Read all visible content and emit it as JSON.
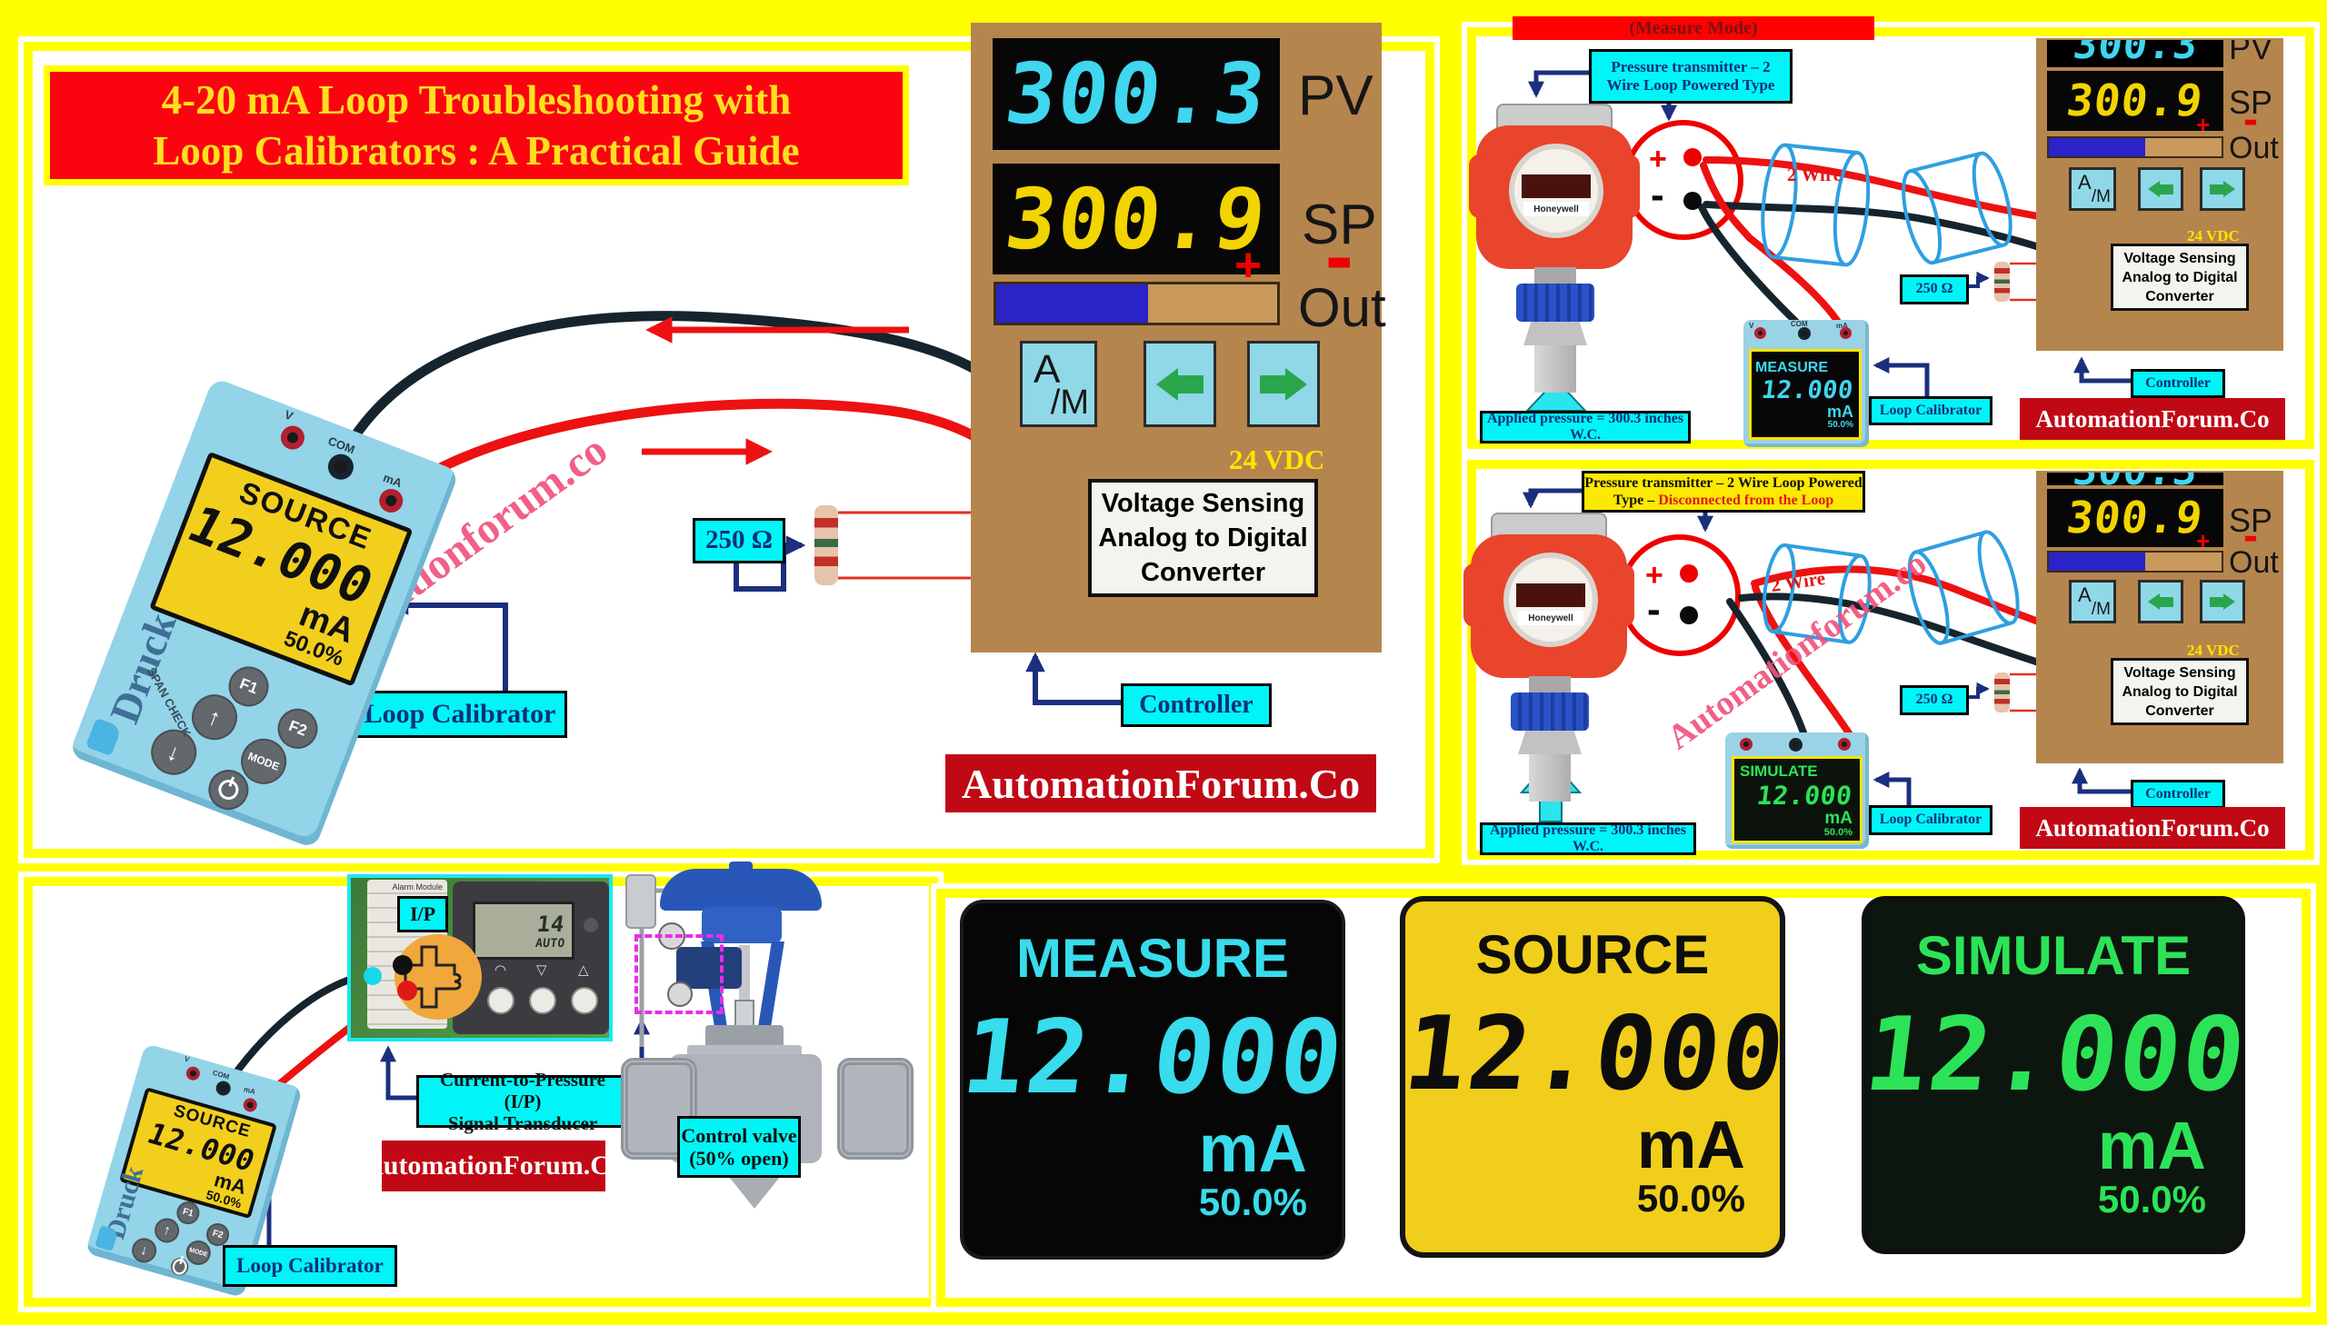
{
  "title": {
    "line1": "4-20 mA Loop Troubleshooting with",
    "line2": "Loop Calibrators : A Practical Guide"
  },
  "brand": "AutomationForum.Co",
  "watermark": "Automationforum.co",
  "shared": {
    "loop_calibrator": "Loop Calibrator",
    "resistor": "250 Ω",
    "two_wire": "2 Wire",
    "applied_pressure": "Applied pressure = 300.3 inches W.C.",
    "plus": "+",
    "minus": "-",
    "honeywell": "Honeywell"
  },
  "controller": {
    "pv": "300.3",
    "pv_label": "PV",
    "sp": "300.9",
    "sp_label": "SP",
    "out_label": "Out",
    "am_top": "A",
    "am_bottom": "/M",
    "supply": "24 VDC",
    "adc_lines": [
      "Voltage Sensing",
      "Analog to Digital",
      "Converter"
    ],
    "label": "Controller"
  },
  "druck": {
    "brand": "Druck",
    "terminal_v": "V",
    "terminal_com": "COM",
    "terminal_ma": "mA",
    "mode": "SOURCE",
    "value": "12.000",
    "unit": "mA",
    "percent": "50.0%",
    "f1": "F1",
    "f2": "F2",
    "mode_btn": "MODE",
    "span_check": "SPAN CHECK"
  },
  "measure_panel": {
    "header": "(Measure Mode)",
    "pt_line1": "Pressure transmitter – 2",
    "pt_line2": "Wire Loop Powered Type",
    "cal_mode": "MEASURE",
    "cal_value": "12.000",
    "cal_unit": "mA",
    "cal_percent": "50.0%"
  },
  "simulate_panel": {
    "pt_line1": "Pressure transmitter – 2 Wire Loop Powered",
    "pt_line2_black": "Type – ",
    "pt_line2_red": "Disconnected from the Loop",
    "cal_mode": "SIMULATE",
    "cal_value": "12.000",
    "cal_unit": "mA",
    "cal_percent": "50.0%"
  },
  "ip_panel": {
    "ip": "I/P",
    "transducer_line1": "Current-to-Pressure (I/P)",
    "transducer_line2": "Signal Transducer",
    "valve_line1": "Control valve",
    "valve_line2": "(50% open)",
    "lcd_value": "14",
    "lcd_mode": "AUTO",
    "module_label": "Alarm Module"
  },
  "big_displays": [
    {
      "mode": "MEASURE",
      "value": "12.000",
      "unit": "mA",
      "percent": "50.0%"
    },
    {
      "mode": "SOURCE",
      "value": "12.000",
      "unit": "mA",
      "percent": "50.0%"
    },
    {
      "mode": "SIMULATE",
      "value": "12.000",
      "unit": "mA",
      "percent": "50.0%"
    }
  ],
  "colors": {
    "accent_cyan": "#35dbeb",
    "accent_yellow": "#f2d400",
    "accent_green": "#2ce358",
    "panel_tan": "#b5854e",
    "banner_red": "#c10916",
    "label_cyan": "#00f6f6",
    "out_bar_blue": "#2b23c8"
  }
}
